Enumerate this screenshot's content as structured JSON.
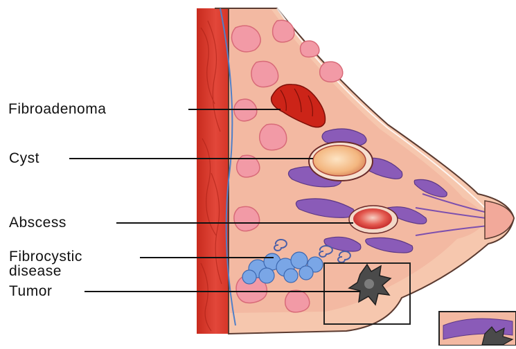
{
  "labels": {
    "fibroadenoma": "Fibroadenoma",
    "cyst": "Cyst",
    "abscess": "Abscess",
    "fibrocystic_line1": "Fibrocystic",
    "fibrocystic_line2": "disease",
    "tumor": "Tumor"
  },
  "colors": {
    "muscle": "#d93a2a",
    "skin": "#f6c7ae",
    "fat_lobule": "#f19aa4",
    "gland": "#8a5bb8",
    "cyst_fill": "#f7c08a",
    "fibroadenoma": "#cc2418",
    "fibrocystic": "#7aa6e6",
    "tumor": "#4a4a4a"
  }
}
